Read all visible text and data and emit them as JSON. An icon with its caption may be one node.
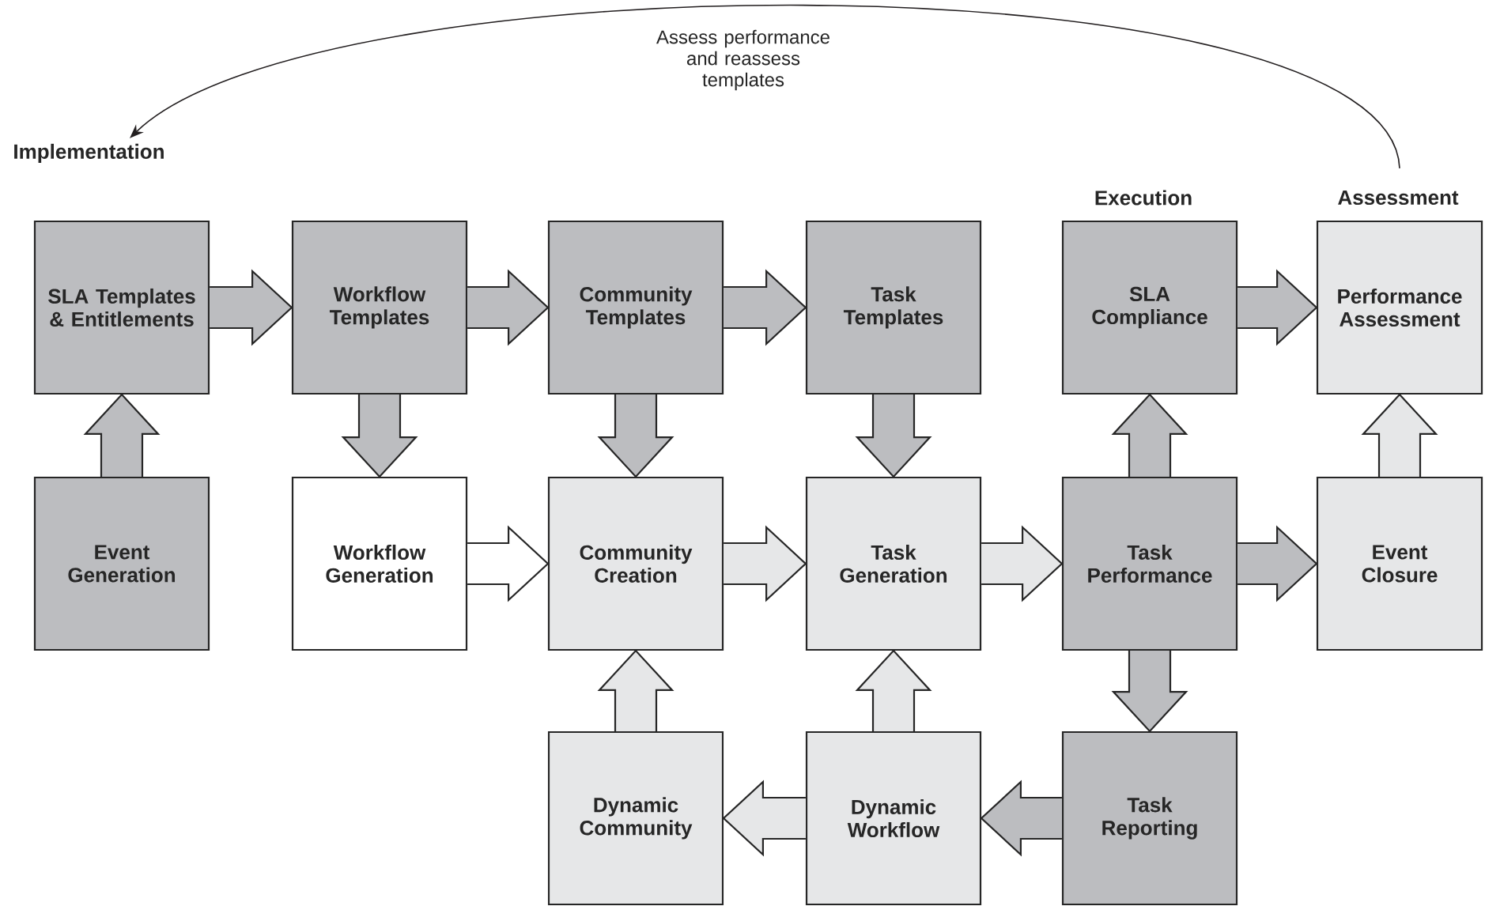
{
  "diagram": {
    "nodes": [
      {
        "text": [
          "SLA Templates & Entitlements"
        ]
      },
      {
        "text": [
          "Workflow Templates"
        ]
      },
      {
        "text": [
          "Community Templates"
        ]
      },
      {
        "text": [
          "Task Templates"
        ]
      },
      {
        "text": [
          "SLA Compliance"
        ]
      },
      {
        "text": [
          "Performance Assessment"
        ]
      },
      {
        "text": [
          "Event Generation"
        ]
      },
      {
        "text": [
          "Workflow Generation"
        ]
      },
      {
        "text": [
          "Community Creation"
        ]
      },
      {
        "text": [
          "Task Generation"
        ]
      },
      {
        "text": [
          "Task Performance"
        ]
      },
      {
        "text": [
          "Event Closure"
        ]
      },
      {
        "text": [
          "Dynamic Community"
        ]
      },
      {
        "text": [
          "Dynamic Workflow"
        ]
      },
      {
        "text": [
          "Task Reporting"
        ]
      }
    ],
    "edges": [
      {
        "from": 0,
        "to": 1,
        "arrow": "to"
      },
      {
        "from": 1,
        "to": 2,
        "arrow": "to"
      },
      {
        "from": 2,
        "to": 3,
        "arrow": "to"
      },
      {
        "from": 4,
        "to": 5,
        "arrow": "to"
      },
      {
        "from": 6,
        "to": 0,
        "arrow": "to"
      },
      {
        "from": 1,
        "to": 7,
        "arrow": "to"
      },
      {
        "from": 2,
        "to": 8,
        "arrow": "to"
      },
      {
        "from": 3,
        "to": 9,
        "arrow": "to"
      },
      {
        "from": 7,
        "to": 8,
        "arrow": "to",
        "color": "#ffffff"
      },
      {
        "from": 8,
        "to": 9,
        "arrow": "to",
        "color": "#e6e7e8"
      },
      {
        "from": 9,
        "to": 10,
        "arrow": "to",
        "color": "#e6e7e8"
      },
      {
        "from": 10,
        "to": 4,
        "arrow": "to"
      },
      {
        "from": 10,
        "to": 11,
        "arrow": "to"
      },
      {
        "from": 10,
        "to": 14,
        "arrow": "to"
      },
      {
        "from": 11,
        "to": 5,
        "arrow": "to",
        "color": "#e6e7e8"
      },
      {
        "from": 12,
        "to": 8,
        "arrow": "to",
        "color": "#e6e7e8"
      },
      {
        "from": 13,
        "to": 9,
        "arrow": "to",
        "color": "#e6e7e8"
      },
      {
        "from": 14,
        "to": 13,
        "arrow": "to"
      },
      {
        "from": 13,
        "to": 12,
        "arrow": "to",
        "color": "#e6e7e8"
      },
      {
        "from": 5,
        "to": 0,
        "arrow": "to",
        "label": "Assess performance and reassess templates",
        "color": "#231f20"
      }
    ],
    "labels": [
      "Implementation",
      "Execution",
      "Assessment"
    ]
  }
}
